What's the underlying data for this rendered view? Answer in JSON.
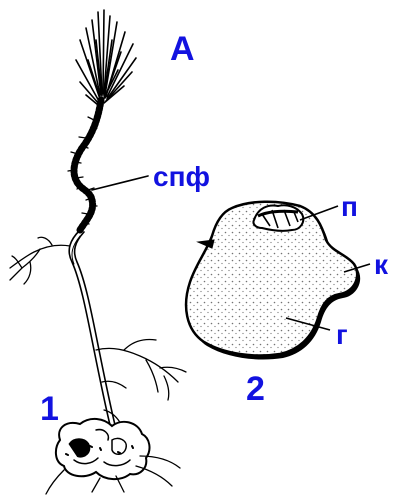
{
  "figure_label": "А",
  "labels": {
    "spf": "спф",
    "p": "п",
    "k": "к",
    "g": "г"
  },
  "panels": {
    "panel1": "1",
    "panel2": "2"
  },
  "colors": {
    "label": "#1212e0",
    "ink": "#000000",
    "background": "#ffffff"
  }
}
